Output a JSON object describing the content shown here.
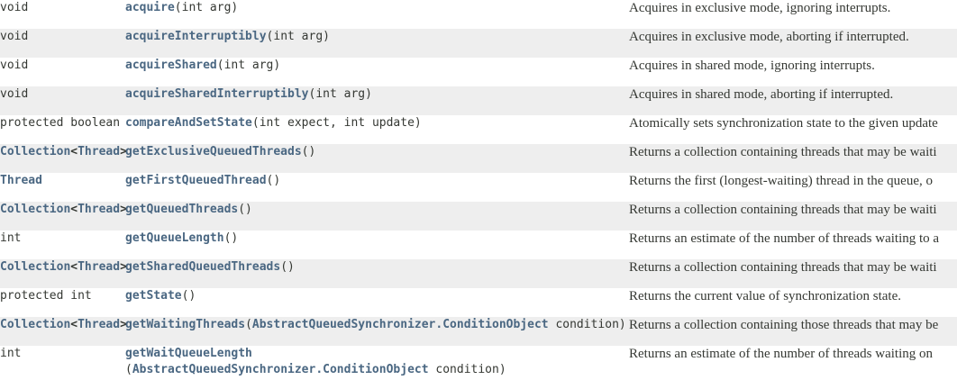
{
  "table": {
    "name": "method-summary",
    "colors": {
      "link": "#4a6782",
      "text": "#353833",
      "row_even_bg": "#ffffff",
      "row_odd_bg": "#eeeeee"
    },
    "rows": [
      {
        "modifier_type": "void",
        "modifier_type_links": [],
        "method_name": "acquire",
        "params": "(int arg)",
        "params_line2": "",
        "description": "Acquires in exclusive mode, ignoring interrupts."
      },
      {
        "modifier_type": "void",
        "modifier_type_links": [],
        "method_name": "acquireInterruptibly",
        "params": "(int arg)",
        "params_line2": "",
        "description": "Acquires in exclusive mode, aborting if interrupted."
      },
      {
        "modifier_type": "void",
        "modifier_type_links": [],
        "method_name": "acquireShared",
        "params": "(int arg)",
        "params_line2": "",
        "description": "Acquires in shared mode, ignoring interrupts."
      },
      {
        "modifier_type": "void",
        "modifier_type_links": [],
        "method_name": "acquireSharedInterruptibly",
        "params": "(int arg)",
        "params_line2": "",
        "description": "Acquires in shared mode, aborting if interrupted."
      },
      {
        "modifier_type": "protected boolean",
        "modifier_type_links": [],
        "method_name": "compareAndSetState",
        "params": "(int expect, int update)",
        "params_line2": "",
        "description": "Atomically sets synchronization state to the given update"
      },
      {
        "modifier_type": "Collection<Thread>",
        "modifier_type_links": [
          "Collection",
          "Thread"
        ],
        "method_name": "getExclusiveQueuedThreads",
        "params": "()",
        "params_line2": "",
        "description": "Returns a collection containing threads that may be waiti"
      },
      {
        "modifier_type": "Thread",
        "modifier_type_links": [
          "Thread"
        ],
        "method_name": "getFirstQueuedThread",
        "params": "()",
        "params_line2": "",
        "description": "Returns the first (longest-waiting) thread in the queue, o"
      },
      {
        "modifier_type": "Collection<Thread>",
        "modifier_type_links": [
          "Collection",
          "Thread"
        ],
        "method_name": "getQueuedThreads",
        "params": "()",
        "params_line2": "",
        "description": "Returns a collection containing threads that may be waiti"
      },
      {
        "modifier_type": "int",
        "modifier_type_links": [],
        "method_name": "getQueueLength",
        "params": "()",
        "params_line2": "",
        "description": "Returns an estimate of the number of threads waiting to a"
      },
      {
        "modifier_type": "Collection<Thread>",
        "modifier_type_links": [
          "Collection",
          "Thread"
        ],
        "method_name": "getSharedQueuedThreads",
        "params": "()",
        "params_line2": "",
        "description": "Returns a collection containing threads that may be waiti"
      },
      {
        "modifier_type": "protected int",
        "modifier_type_links": [],
        "method_name": "getState",
        "params": "()",
        "params_line2": "",
        "description": "Returns the current value of synchronization state."
      },
      {
        "modifier_type": "Collection<Thread>",
        "modifier_type_links": [
          "Collection",
          "Thread"
        ],
        "method_name": "getWaitingThreads",
        "params": "(AbstractQueuedSynchronizer.ConditionObject condition)",
        "params_line2": "",
        "description": "Returns a collection containing those threads that may be"
      },
      {
        "modifier_type": "int",
        "modifier_type_links": [],
        "method_name": "getWaitQueueLength",
        "params": "",
        "params_line2": "(AbstractQueuedSynchronizer.ConditionObject condition)",
        "description": "Returns an estimate of the number of threads waiting on"
      }
    ]
  }
}
